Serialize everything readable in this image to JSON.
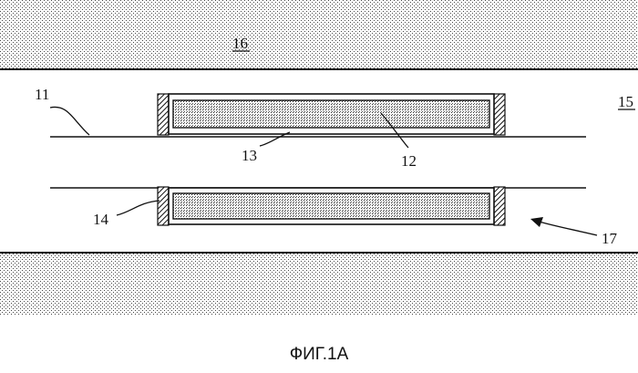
{
  "figure": {
    "caption": "ФИГ.1А",
    "labels": {
      "r11": "11",
      "r12": "12",
      "r13": "13",
      "r14": "14",
      "r15": "15",
      "r16": "16",
      "r17": "17"
    }
  }
}
